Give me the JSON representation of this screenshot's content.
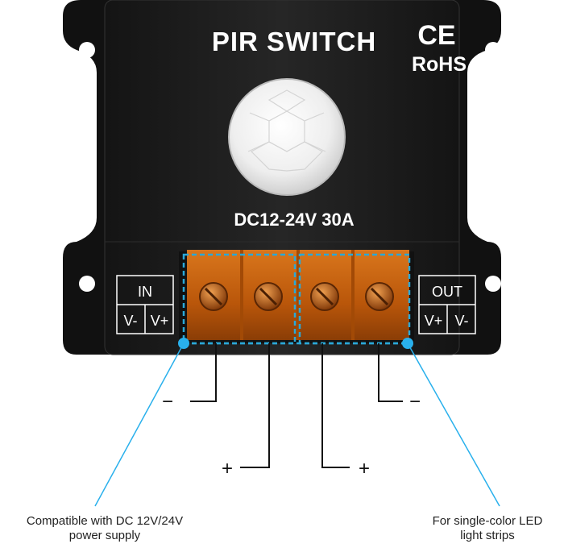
{
  "device": {
    "title": "PIR SWITCH",
    "ce_mark": "CE",
    "rohs_mark": "RoHS",
    "spec": "DC12-24V 30A"
  },
  "input_terminal": {
    "heading": "IN",
    "pins": [
      "V-",
      "V+"
    ]
  },
  "output_terminal": {
    "heading": "OUT",
    "pins": [
      "V+",
      "V-"
    ]
  },
  "wiring": {
    "in_minus": "−",
    "in_plus": "+",
    "out_plus": "+",
    "out_minus": "−"
  },
  "captions": {
    "input_line1": "Compatible with DC 12V/24V",
    "input_line2": "power supply",
    "output_line1": "For single-color LED",
    "output_line2": "light strips"
  },
  "colors": {
    "housing": "#1e1e1e",
    "terminal_block": "#c8640e",
    "highlight_dash": "#2aa8d8"
  }
}
